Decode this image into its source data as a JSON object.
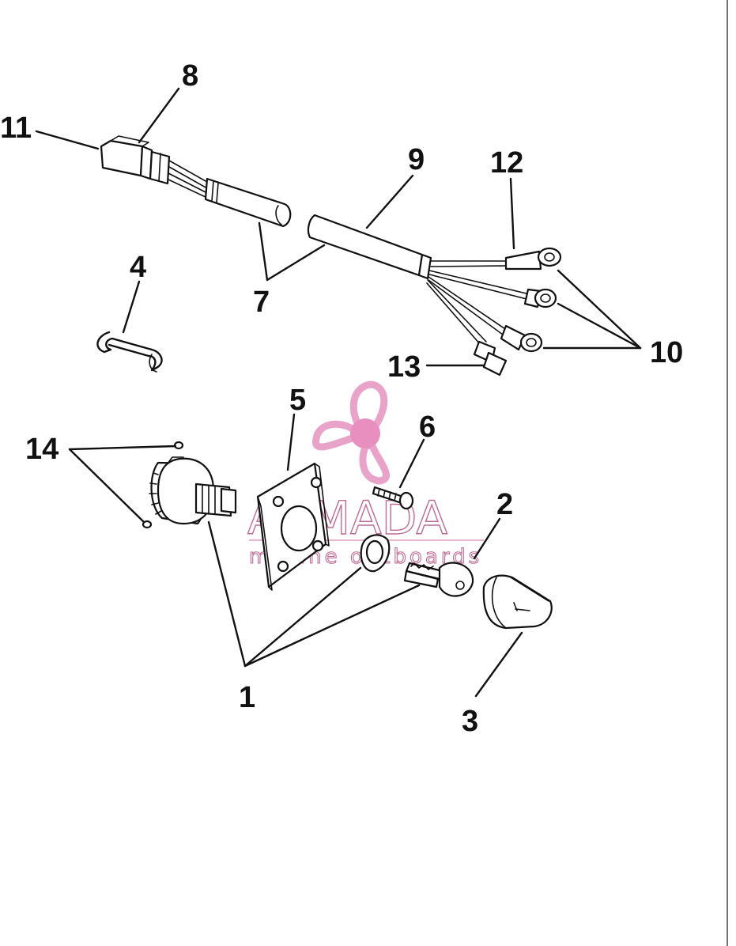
{
  "callouts": {
    "c1": "1",
    "c2": "2",
    "c3": "3",
    "c4": "4",
    "c5": "5",
    "c6": "6",
    "c7": "7",
    "c8": "8",
    "c9": "9",
    "c10": "10",
    "c11": "11",
    "c12": "12",
    "c13": "13",
    "c14": "14"
  },
  "watermark": {
    "brand": "ARMADA",
    "tagline": "marine outboards",
    "color": "#e9a3c9",
    "accent": "#e88fbf"
  }
}
